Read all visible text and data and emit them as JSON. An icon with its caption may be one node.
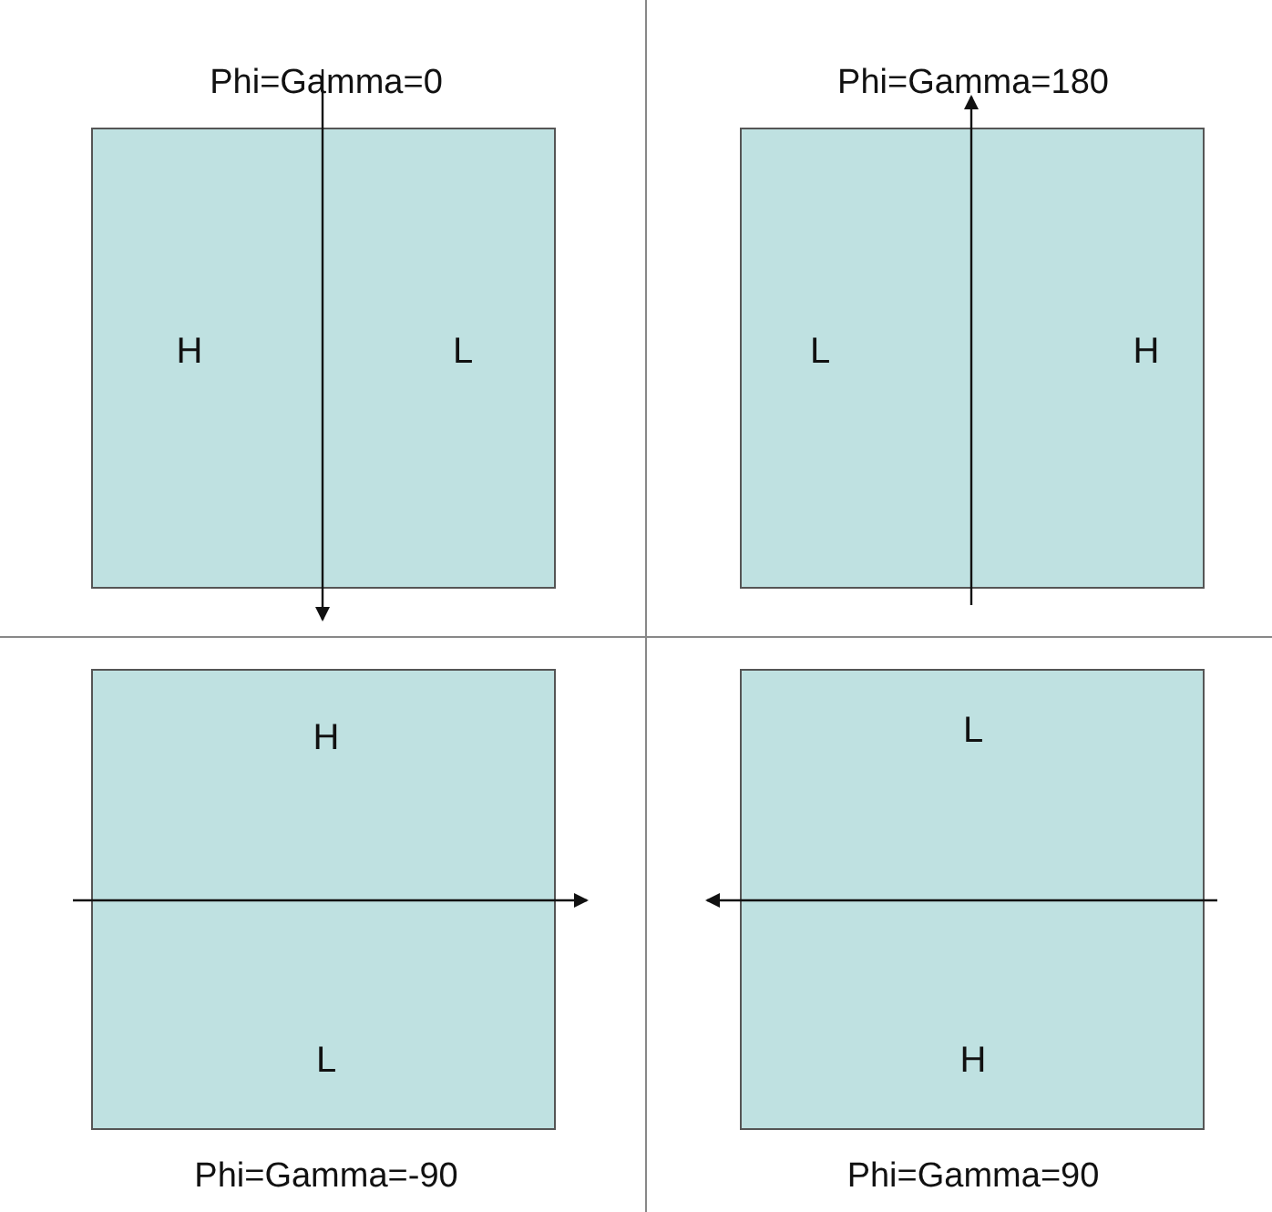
{
  "diagram": {
    "nodes": [
      {
        "text": [
          "Phi=Gamma=0",
          "H",
          "L"
        ]
      },
      {
        "text": [
          "Phi=Gamma=180",
          "L",
          "H"
        ]
      },
      {
        "text": [
          "H",
          "L",
          "Phi=Gamma=-90"
        ]
      },
      {
        "text": [
          "L",
          "H",
          "Phi=Gamma=90"
        ]
      }
    ]
  }
}
